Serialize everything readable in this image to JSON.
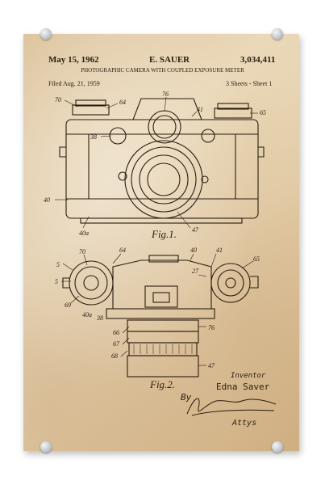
{
  "header": {
    "date": "May 15, 1962",
    "author": "E. SAUER",
    "patent_number": "3,034,411",
    "title": "PHOTOGRAPHIC CAMERA WITH COUPLED EXPOSURE METER",
    "filed": "Filed Aug. 21, 1959",
    "sheets": "3 Sheets - Sheet 1"
  },
  "figures": {
    "fig1": "Fig.1.",
    "fig2": "Fig.2."
  },
  "fig1_labels": [
    "70",
    "64",
    "76",
    "41",
    "65",
    "38",
    "40",
    "40a",
    "47"
  ],
  "fig2_labels": [
    "40",
    "41",
    "65",
    "64",
    "70",
    "5",
    "5",
    "27",
    "69",
    "40a",
    "38",
    "66",
    "67",
    "68",
    "76",
    "47"
  ],
  "signature": {
    "inventor_label": "Inventor",
    "inventor_name": "Edna Saver",
    "by": "By",
    "attys": "Attys"
  },
  "colors": {
    "ink": "#2a1d10",
    "paper": "#e6d1ad"
  }
}
